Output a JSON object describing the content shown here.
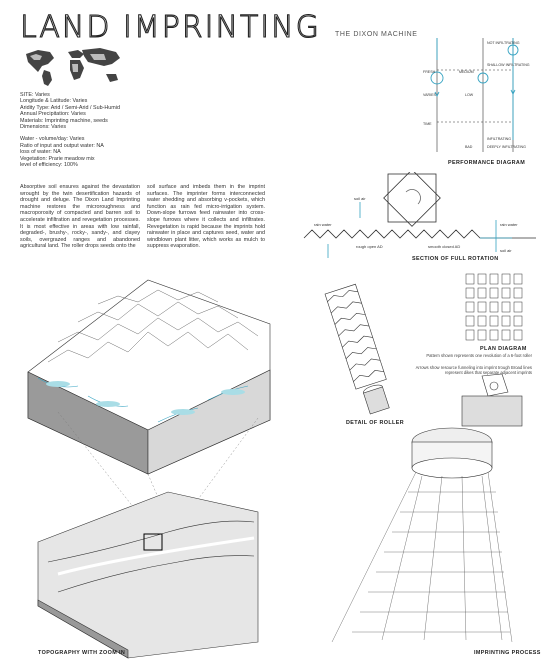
{
  "title": "LAND IMPRINTING",
  "specs": {
    "group1": [
      "SITE: Varies",
      "Longitude & Latitude: Varies",
      "Aridity Type: Arid / Semi-Arid / Sub-Humid",
      "Annual Precipitation: Varies",
      "Materials: Imprinting machine, seeds",
      "Dimensions: Varies"
    ],
    "group2": [
      "Water - volume/day: Varies",
      "Ratio of  input and output water:  NA",
      "loss of water: NA",
      "Vegetation: Prarie meadow mix",
      "level of efficiency: 100%"
    ]
  },
  "description": {
    "col1": "Absorptive soil ensures against the devastation wrought by the twin desertification hazards of drought and deluge. The Dixon Land Imprinting machine restores the microroughness and macroporosity of compacted and barren soil to accelerate infiltration and revegetation processes. It is most effective in areas with low rainfall, degraded-, brushy-, rocky-, sandy-, and clayey soils, overgrazed ranges and abandoned agricultural land. The roller drops seeds onto the",
    "col2": "soil surface and imbeds them in the imprint surfaces. The imprinter forms interconnected water shedding and absorbing v-pockets, which function as rain fed micro-irrigation system. Down-slope furrows feed rainwater into cross-slope furrows where it collects and infiltrates. Revegetation is rapid because the imprints hold rainwater in place and captures seed, water and windblown plant litter, which works as mulch to suppress evaporation."
  },
  "dixon_machine": {
    "heading": "THE DIXON MACHINE",
    "caption": "PERFORMANCE DIAGRAM",
    "left_labels": [
      "FRESH",
      "VARIES",
      "TIME"
    ],
    "mid_labels": [
      "LOW",
      "MEDIUM",
      "BAD"
    ],
    "right_labels": [
      "NOT INFILTRATING",
      "SHALLOW INFILTRATING",
      "INFILTRATING",
      "DEEPLY INFILTRATING"
    ],
    "accent": "#35a3c2"
  },
  "rotation": {
    "caption": "SECTION OF FULL ROTATION",
    "labels": [
      "rain water",
      "soil air",
      "rough open AD",
      "smooth closed AD",
      "rain water",
      "soil air"
    ]
  },
  "plan": {
    "caption": "PLAN DIAGRAM",
    "note1": "Pattern shown represents one revolution of a  6-foot roller",
    "note2": "Arrows show resource funneling into imprint trough Broad lines represent dikes that separate adjacent imprints"
  },
  "roller": {
    "caption": "DETAIL OF ROLLER"
  },
  "topography": {
    "caption": "TOPOGRAPHY WITH ZOOM IN",
    "water_color": "#a9dde6"
  },
  "process": {
    "caption": "IMPRINTING PROCESS"
  }
}
